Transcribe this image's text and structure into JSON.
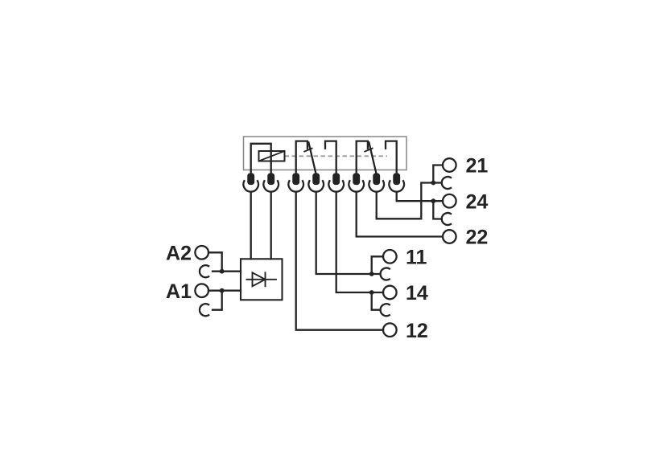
{
  "diagram": {
    "kind": "relay-module-wiring-schematic",
    "background": "#ffffff"
  },
  "colors": {
    "wire": "#232323",
    "text": "#232323",
    "block_outline": "#8d8d8d",
    "dashed_link": "#9a9a9a",
    "background": "#ffffff"
  },
  "terminals": {
    "a2": {
      "label": "A2"
    },
    "a1": {
      "label": "A1"
    },
    "11": {
      "label": "11"
    },
    "14": {
      "label": "14"
    },
    "12": {
      "label": "12"
    },
    "21": {
      "label": "21"
    },
    "24": {
      "label": "24"
    },
    "22": {
      "label": "22"
    }
  },
  "icons": {
    "relay_coil": "relay-coil-symbol",
    "suppressor_diode": "diode-icon",
    "changeover_contact": "changeover-contact-symbol",
    "plug_pin": "plug-pin-icon",
    "socket_cup": "socket-cup-icon",
    "terminal_ring": "terminal-circle-icon",
    "bridge_contact": "bridge-contact-arc-icon"
  }
}
